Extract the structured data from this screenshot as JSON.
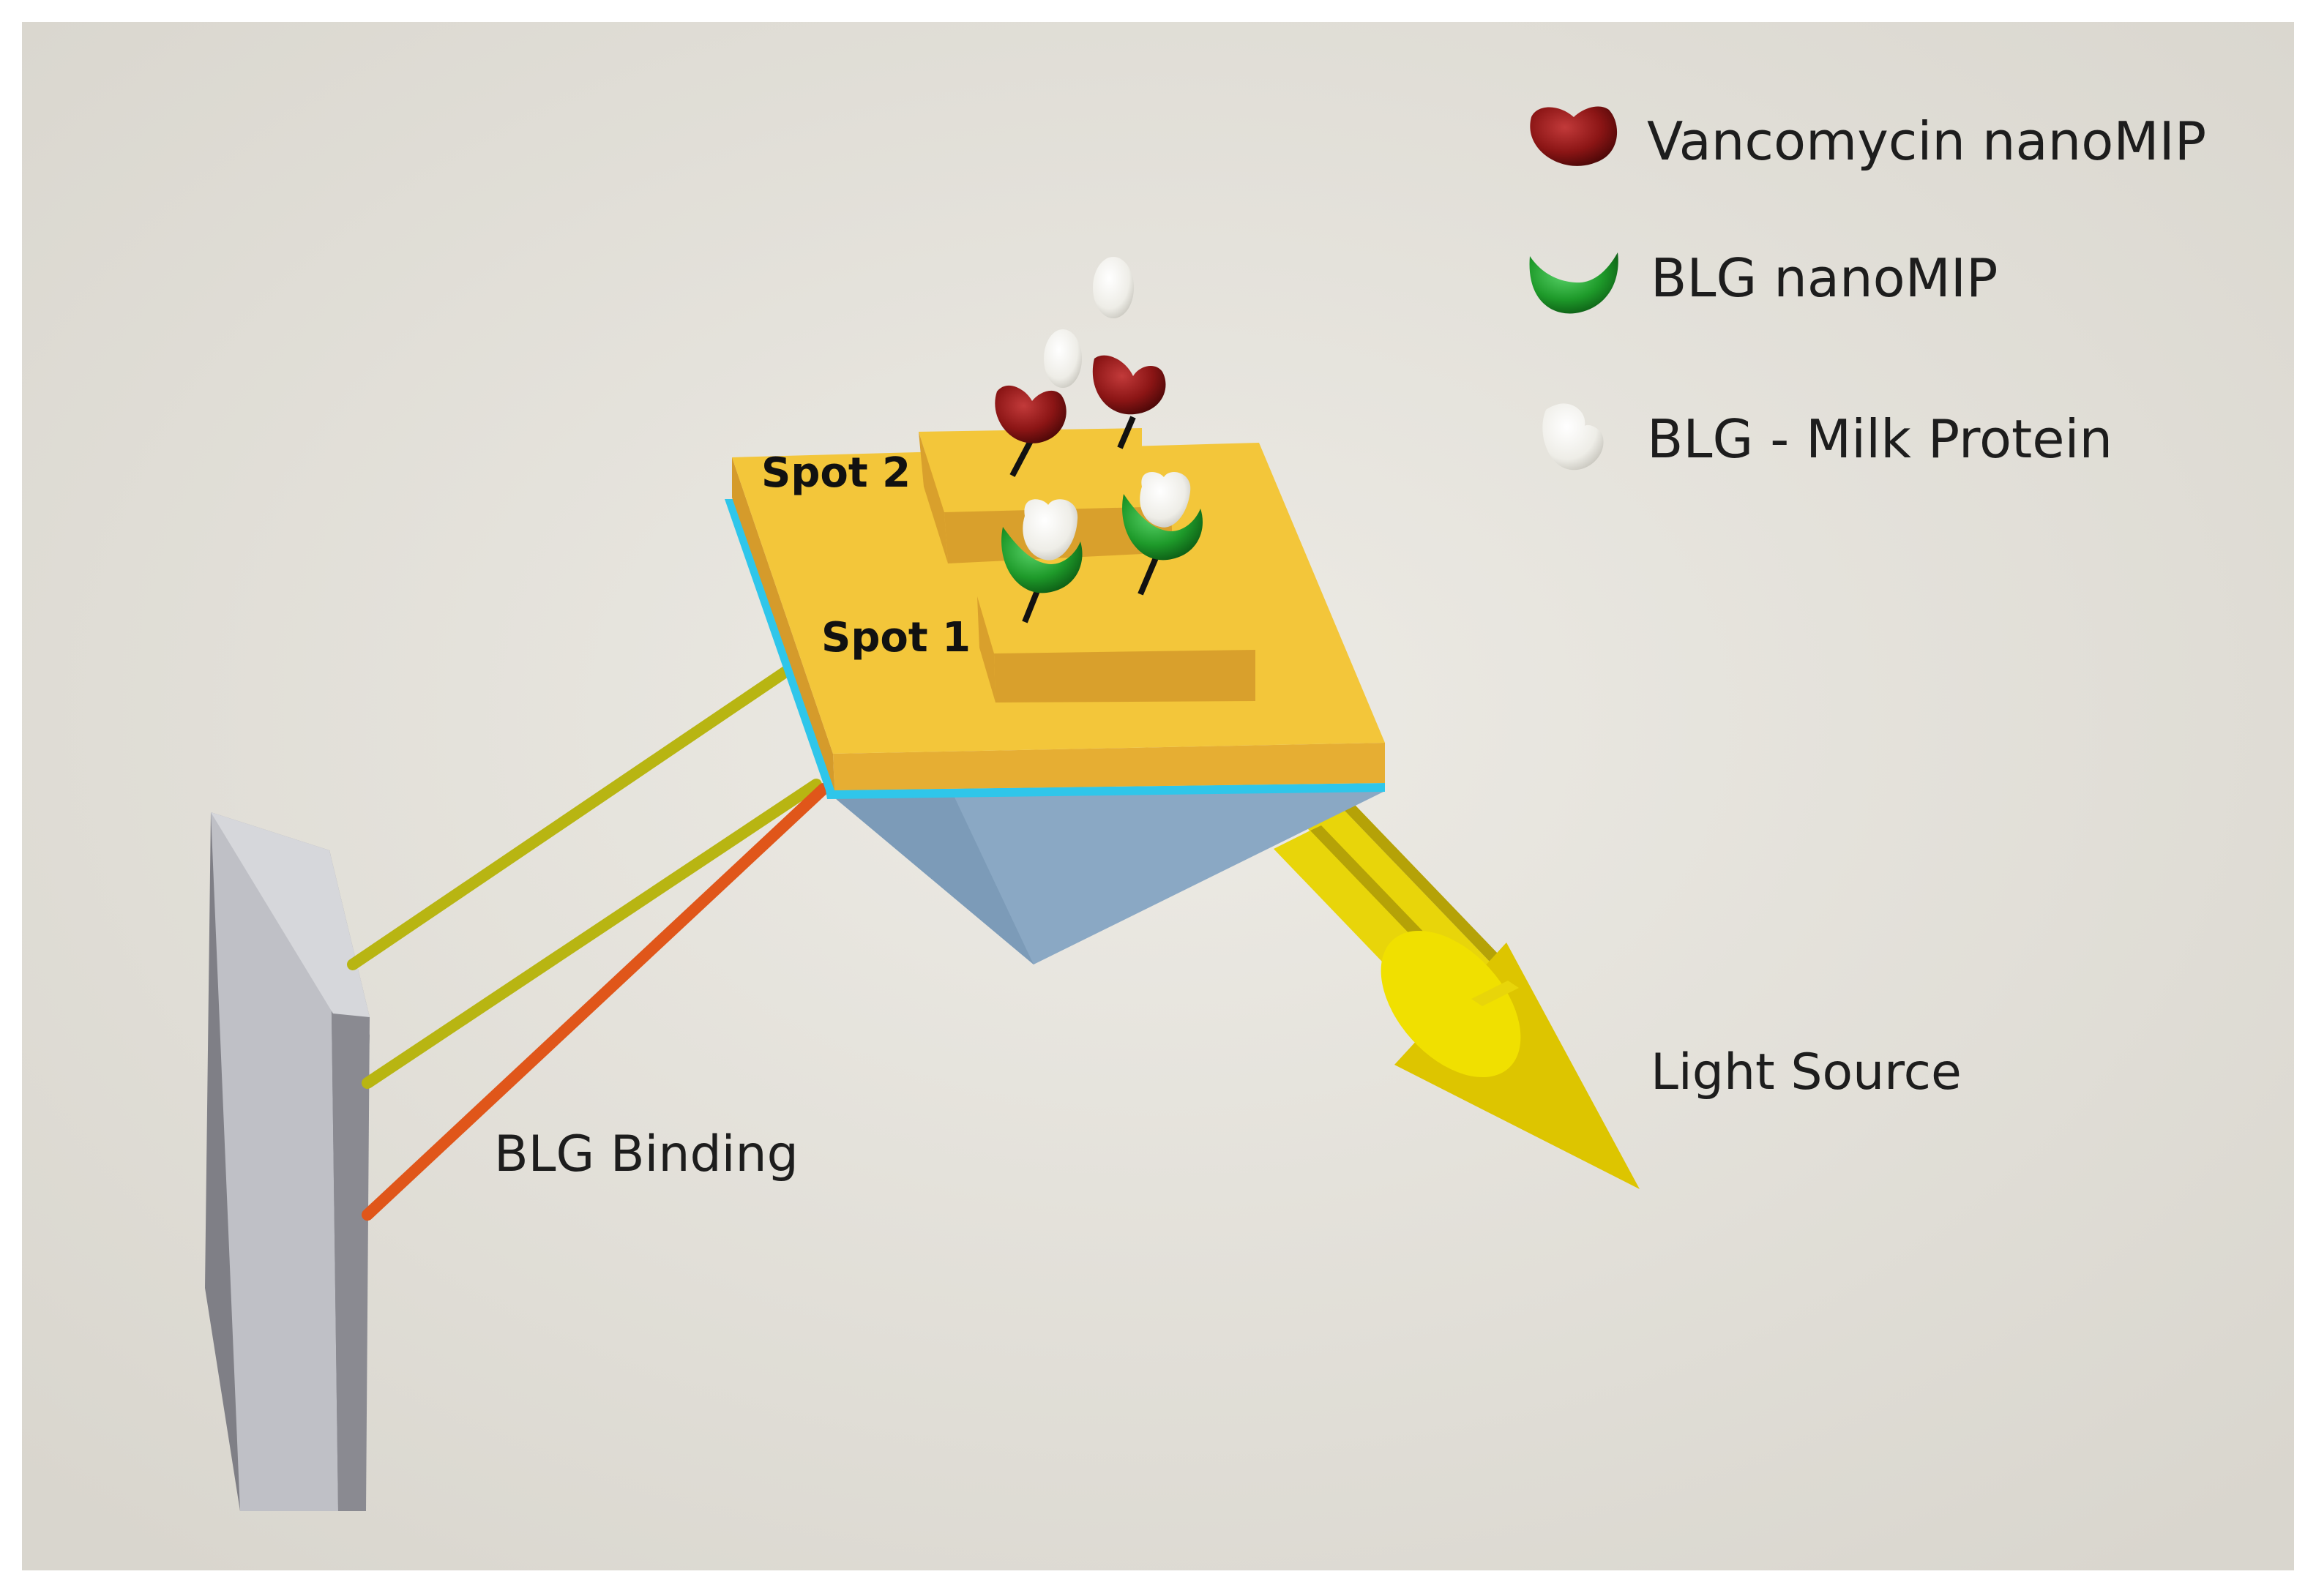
{
  "legend": {
    "items": [
      {
        "label": "Vancomycin nanoMIP",
        "icon": "vancomycin-nanomip-icon",
        "color": "#8b1515"
      },
      {
        "label": "BLG nanoMIP",
        "icon": "blg-nanomip-icon",
        "color": "#1e9a2a"
      },
      {
        "label": "BLG - Milk Protein",
        "icon": "milk-protein-icon",
        "color": "#f1f0ea"
      }
    ]
  },
  "chip": {
    "spot1_label": "Spot 1",
    "spot2_label": "Spot 2",
    "gold_color": "#f3c63a",
    "prism_color": "#8aa8c4",
    "film_color": "#2fc6ea"
  },
  "labels": {
    "binding": "BLG Binding",
    "light_source": "Light Source"
  },
  "colors": {
    "background": "#e6e3dc",
    "detector": "#8d8d93",
    "reflected_beam": "#b8b512",
    "shifted_beam": "#e0561a",
    "light_beam": "#e8d50a"
  }
}
